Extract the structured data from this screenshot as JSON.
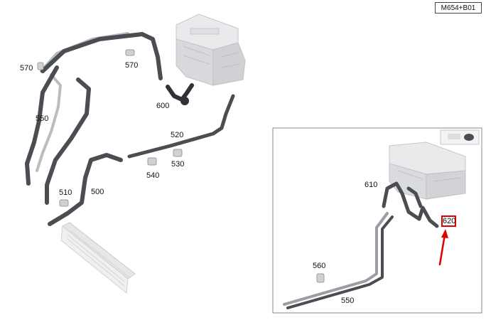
{
  "reference_code": "M654+B01",
  "part_labels": {
    "p570a": "570",
    "p570b": "570",
    "p550a": "550",
    "p600": "600",
    "p520": "520",
    "p510": "510",
    "p500": "500",
    "p540": "540",
    "p530": "530",
    "p610": "610",
    "p620": "620",
    "p560": "560",
    "p550b": "550"
  },
  "highlighted_part": "620",
  "colors": {
    "hose": "#4a4d52",
    "hose_dark": "#2f3236",
    "pipe": "#b9bcc0",
    "component": "#dcdee1",
    "highlight": "#e00000",
    "inset_border": "#8a8a8a"
  }
}
